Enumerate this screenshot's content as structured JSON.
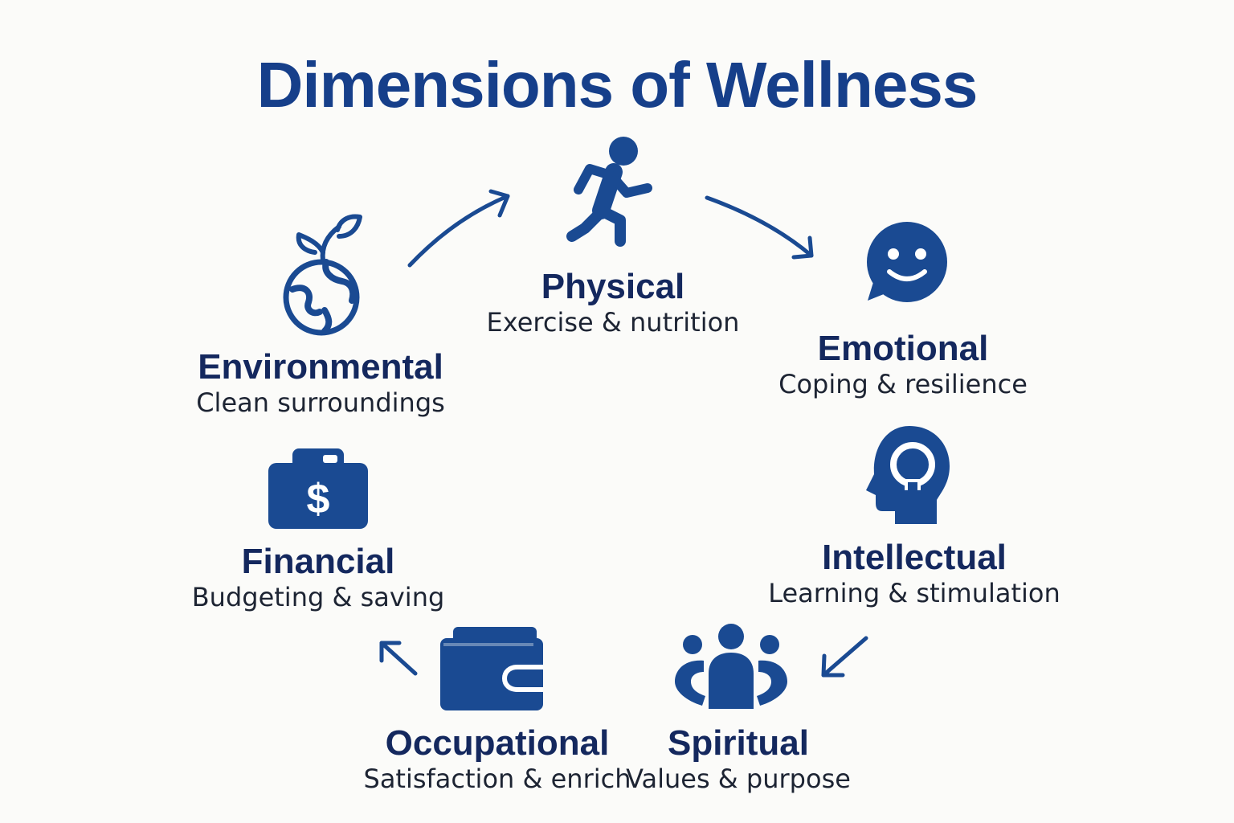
{
  "title": "Dimensions of Wellness",
  "colors": {
    "title": "#163f8a",
    "icon": "#1a4a92",
    "label": "#14285e",
    "description": "#1d2433",
    "background": "#fbfbf9"
  },
  "dimensions": [
    {
      "name": "Physical",
      "description": "Exercise & nutrition",
      "icon": "running-person-icon"
    },
    {
      "name": "Emotional",
      "description": "Coping & resilience",
      "icon": "smiley-speech-bubble-icon"
    },
    {
      "name": "Intellectual",
      "description": "Learning & stimulation",
      "icon": "head-lightbulb-icon"
    },
    {
      "name": "Spiritual",
      "description": "Values & purpose",
      "icon": "community-people-icon"
    },
    {
      "name": "Occupational",
      "description": "Satisfaction & enrich",
      "icon": "wallet-icon"
    },
    {
      "name": "Financial",
      "description": "Budgeting & saving",
      "icon": "money-bag-icon"
    },
    {
      "name": "Environmental",
      "description": "Clean surroundings",
      "icon": "globe-sprout-icon"
    }
  ]
}
